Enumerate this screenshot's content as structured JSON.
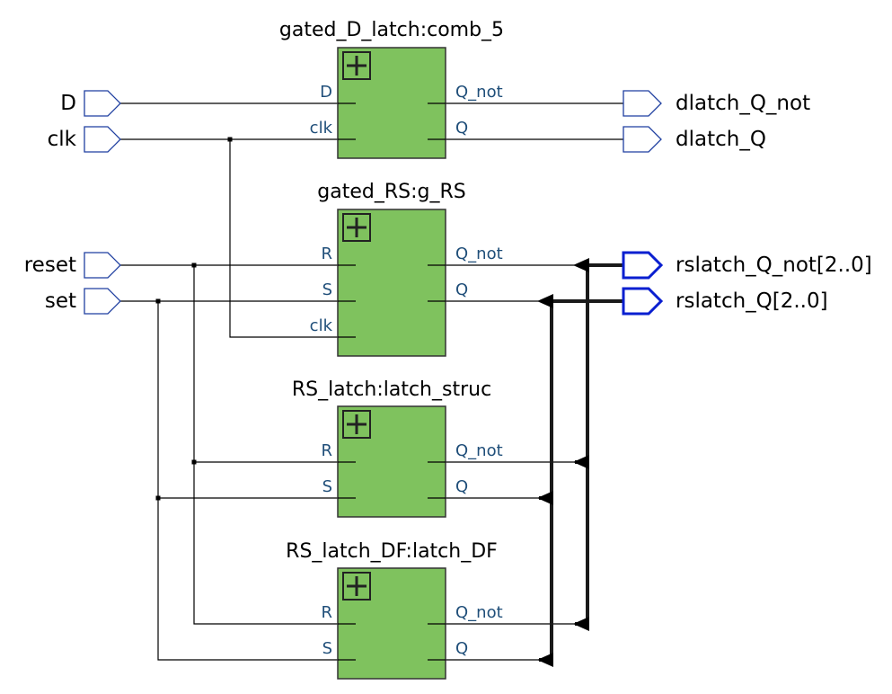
{
  "diagram": {
    "colors": {
      "block_fill": "#7fc25e",
      "block_stroke": "#333333",
      "wire": "#000000",
      "bus": "#1a1a1a",
      "port_stroke": "#1f3fa0",
      "bus_port_stroke": "#0a1fd0",
      "pin_text": "#1f4e79"
    },
    "blocks": [
      {
        "title": "gated_D_latch:comb_5",
        "inputs": [
          "D",
          "clk"
        ],
        "outputs": [
          "Q_not",
          "Q"
        ]
      },
      {
        "title": "gated_RS:g_RS",
        "inputs": [
          "R",
          "S",
          "clk"
        ],
        "outputs": [
          "Q_not",
          "Q"
        ]
      },
      {
        "title": "RS_latch:latch_struc",
        "inputs": [
          "R",
          "S"
        ],
        "outputs": [
          "Q_not",
          "Q"
        ]
      },
      {
        "title": "RS_latch_DF:latch_DF",
        "inputs": [
          "R",
          "S"
        ],
        "outputs": [
          "Q_not",
          "Q"
        ]
      }
    ],
    "input_ports": [
      "D",
      "clk",
      "reset",
      "set"
    ],
    "output_ports": [
      "dlatch_Q_not",
      "dlatch_Q",
      "rslatch_Q_not[2..0]",
      "rslatch_Q[2..0]"
    ],
    "icons": {
      "expand": "plus-box-icon",
      "input_port": "input-port-icon",
      "output_port": "output-port-icon",
      "bus_tap": "bus-arrow-icon"
    }
  }
}
